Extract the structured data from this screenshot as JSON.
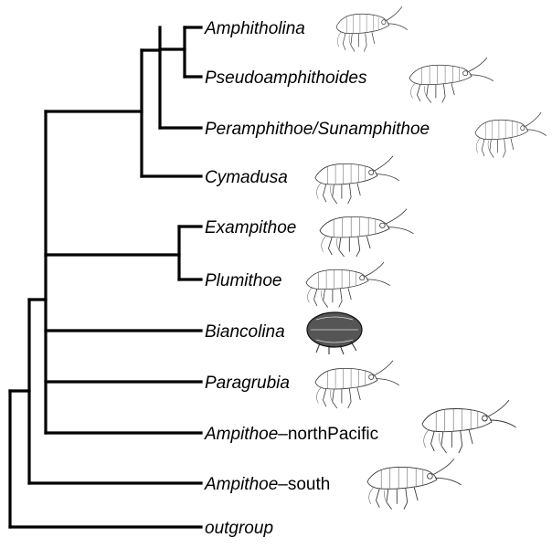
{
  "tree": {
    "taxa": [
      {
        "id": "amphitholina",
        "parts": [
          {
            "text": "Amphitholina",
            "italic": true
          }
        ],
        "drawing": "amphipod-drawing"
      },
      {
        "id": "pseudoamphithoides",
        "parts": [
          {
            "text": "Pseudoamphithoides",
            "italic": true
          }
        ],
        "drawing": "amphipod-drawing"
      },
      {
        "id": "peramphithoe",
        "parts": [
          {
            "text": "Peramphithoe/Sunamphithoe",
            "italic": true
          }
        ],
        "drawing": "amphipod-drawing"
      },
      {
        "id": "cymadusa",
        "parts": [
          {
            "text": "Cymadusa",
            "italic": true
          }
        ],
        "drawing": "amphipod-drawing"
      },
      {
        "id": "exampithoe",
        "parts": [
          {
            "text": "Exampithoe",
            "italic": true
          }
        ],
        "drawing": "amphipod-drawing"
      },
      {
        "id": "plumithoe",
        "parts": [
          {
            "text": "Plumithoe",
            "italic": true
          }
        ],
        "drawing": "amphipod-drawing"
      },
      {
        "id": "biancolina",
        "parts": [
          {
            "text": "Biancolina",
            "italic": true
          }
        ],
        "drawing": "amphipod-drawing-dark"
      },
      {
        "id": "paragrubia",
        "parts": [
          {
            "text": "Paragrubia",
            "italic": true
          }
        ],
        "drawing": "amphipod-drawing"
      },
      {
        "id": "ampithoe-northpacific",
        "parts": [
          {
            "text": "Ampithoe",
            "italic": true
          },
          {
            "text": "–northPacific",
            "italic": false
          }
        ],
        "drawing": "amphipod-drawing"
      },
      {
        "id": "ampithoe-south",
        "parts": [
          {
            "text": "Ampithoe",
            "italic": true
          },
          {
            "text": "–south",
            "italic": false
          }
        ],
        "drawing": "amphipod-drawing"
      },
      {
        "id": "outgroup",
        "parts": [
          {
            "text": "outgroup",
            "italic": true
          }
        ],
        "drawing": null
      }
    ]
  }
}
